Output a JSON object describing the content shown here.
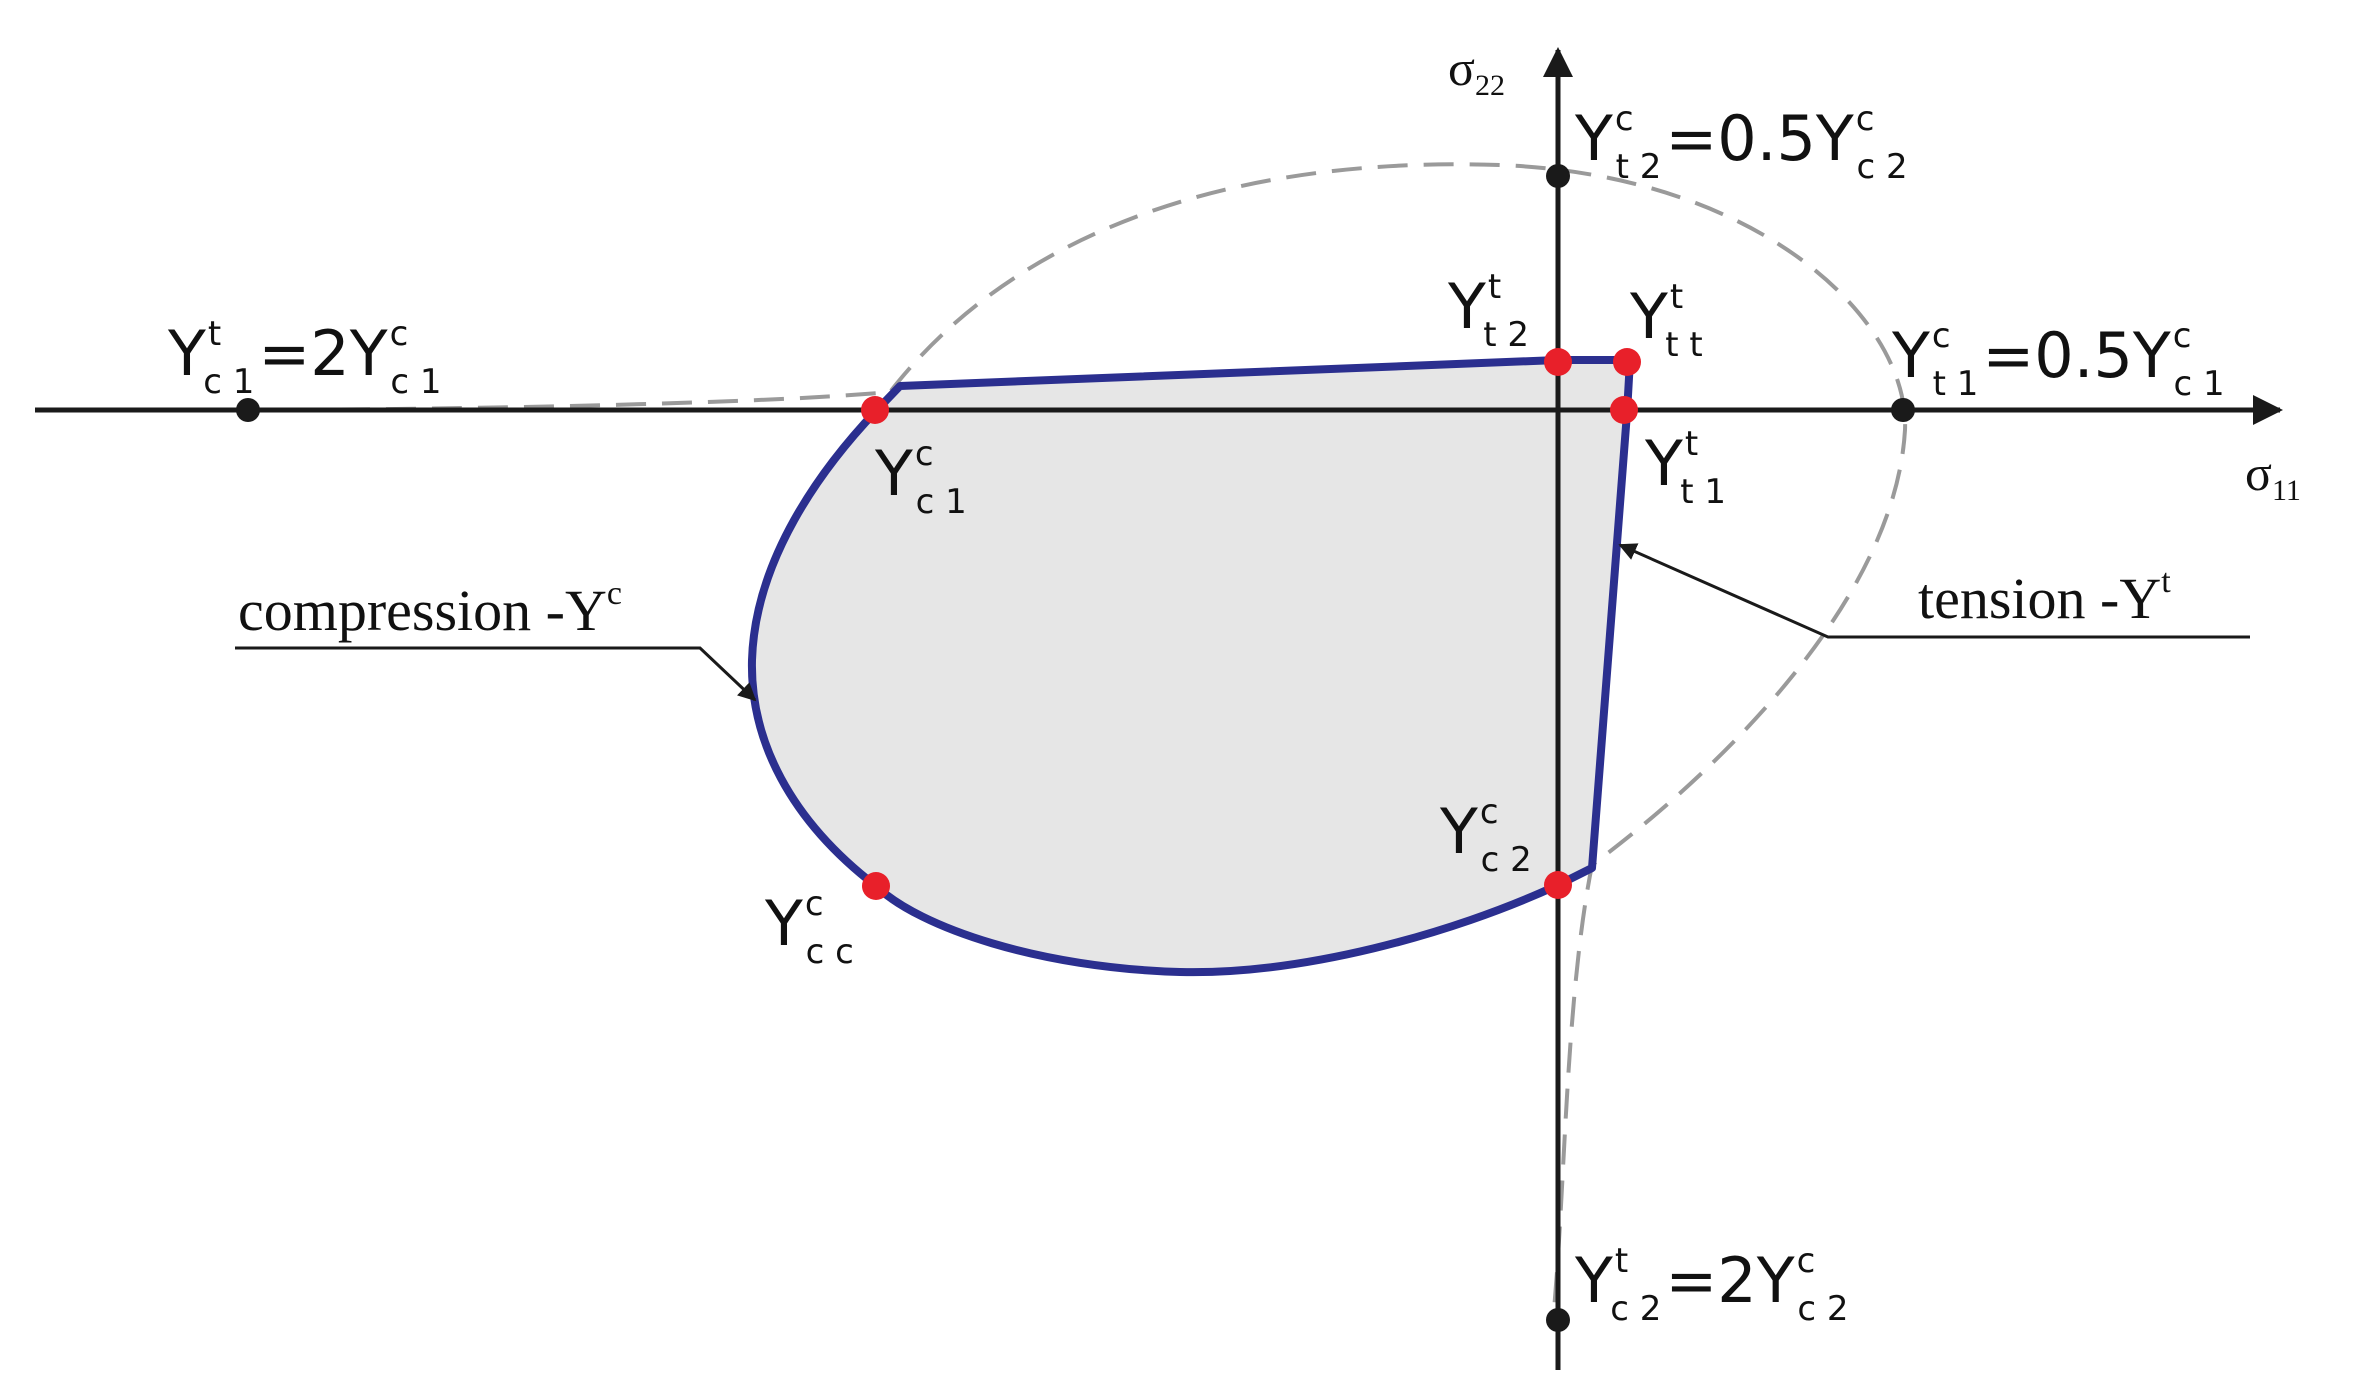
{
  "colors": {
    "axis": "#1a1a1a",
    "envelope_stroke": "#2b2f8f",
    "envelope_fill": "#e6e6e6",
    "reference_dashed": "#9a9a9a",
    "red_point": "#e8202a",
    "black_point": "#1a1a1a"
  },
  "axes": {
    "horizontal": {
      "label_main": "σ",
      "label_sub": "11"
    },
    "vertical": {
      "label_main": "σ",
      "label_sub": "22"
    }
  },
  "labels": {
    "yt2c_eq": {
      "Y": "Y",
      "sup": "c",
      "sub": "t 2",
      "rhs_pre": "=0.5Y",
      "rhs_sup": "c",
      "rhs_sub": "c 2"
    },
    "yc1t_eq": {
      "Y": "Y",
      "sup": "t",
      "sub": "c 1",
      "rhs_pre": "=2Y",
      "rhs_sup": "c",
      "rhs_sub": "c 1"
    },
    "yt1c_eq": {
      "Y": "Y",
      "sup": "c",
      "sub": "t 1",
      "rhs_pre": "=0.5Y",
      "rhs_sup": "c",
      "rhs_sub": "c 1"
    },
    "yc2t_eq": {
      "Y": "Y",
      "sup": "t",
      "sub": "c 2",
      "rhs_pre": "=2Y",
      "rhs_sup": "c",
      "rhs_sub": "c 2"
    },
    "yt2t": {
      "Y": "Y",
      "sup": "t",
      "sub": "t 2"
    },
    "yttt": {
      "Y": "Y",
      "sup": "t",
      "sub": "t t"
    },
    "yt1t": {
      "Y": "Y",
      "sup": "t",
      "sub": "t 1"
    },
    "yc1c": {
      "Y": "Y",
      "sup": "c",
      "sub": "c 1"
    },
    "yc2c": {
      "Y": "Y",
      "sup": "c",
      "sub": "c 2"
    },
    "yccc": {
      "Y": "Y",
      "sup": "c",
      "sub": "c c"
    }
  },
  "callouts": {
    "compression": {
      "text": "compression -Y",
      "sup": "c"
    },
    "tension": {
      "text": "tension -Y",
      "sup": "t"
    }
  }
}
